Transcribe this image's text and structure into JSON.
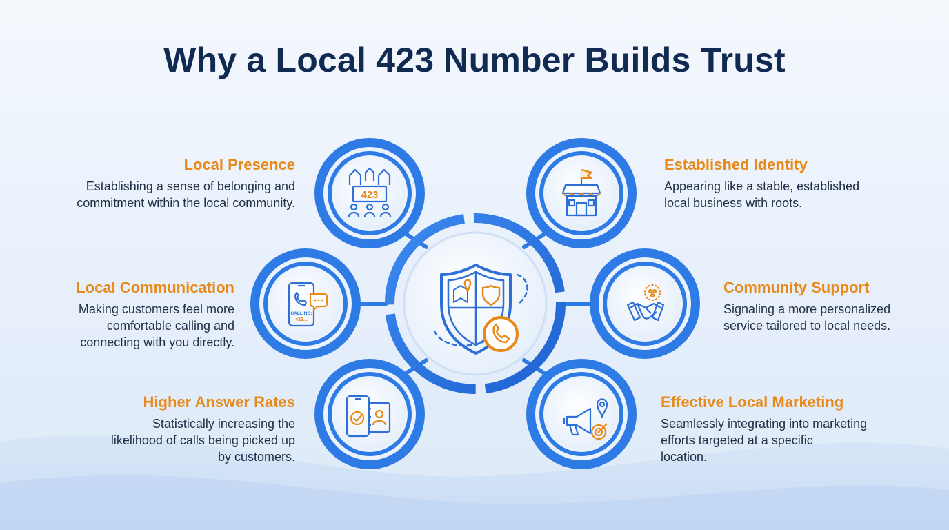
{
  "title": "Why a Local 423 Number Builds Trust",
  "colors": {
    "title": "#102a52",
    "heading": "#e88a1a",
    "body_text": "#1f2f45",
    "ring_blue": "#2f7be6",
    "icon_blue": "#2d6fd6",
    "icon_orange": "#e88a1a"
  },
  "center": {
    "icon": "shield-map-phone-icon"
  },
  "items": [
    {
      "id": "lp",
      "heading": "Local Presence",
      "lines": [
        "Establishing a sense of belonging and",
        "commitment within the local community."
      ],
      "icon": "community-sign-icon",
      "sign_text": "423"
    },
    {
      "id": "lc",
      "heading": "Local Communication",
      "lines": [
        "Making customers feel more",
        "comfortable calling and",
        "connecting with you directly."
      ],
      "icon": "smartphone-call-icon",
      "phone_text": [
        "CALLING:",
        "423..."
      ]
    },
    {
      "id": "ha",
      "heading": "Higher Answer Rates",
      "lines": [
        "Statistically increasing the",
        "likelihood of calls being picked up",
        "by customers."
      ],
      "icon": "phone-contacts-icon"
    },
    {
      "id": "ei",
      "heading": "Established Identity",
      "lines": [
        "Appearing like a stable, established",
        "local business with roots."
      ],
      "icon": "storefront-icon"
    },
    {
      "id": "cs",
      "heading": "Community Support",
      "lines": [
        "Signaling a more personalized",
        "service tailored to local needs."
      ],
      "icon": "handshake-icon"
    },
    {
      "id": "el",
      "heading": "Effective Local Marketing",
      "lines": [
        "Seamlessly integrating into marketing",
        "efforts targeted at a specific",
        "location."
      ],
      "icon": "megaphone-target-icon"
    }
  ]
}
